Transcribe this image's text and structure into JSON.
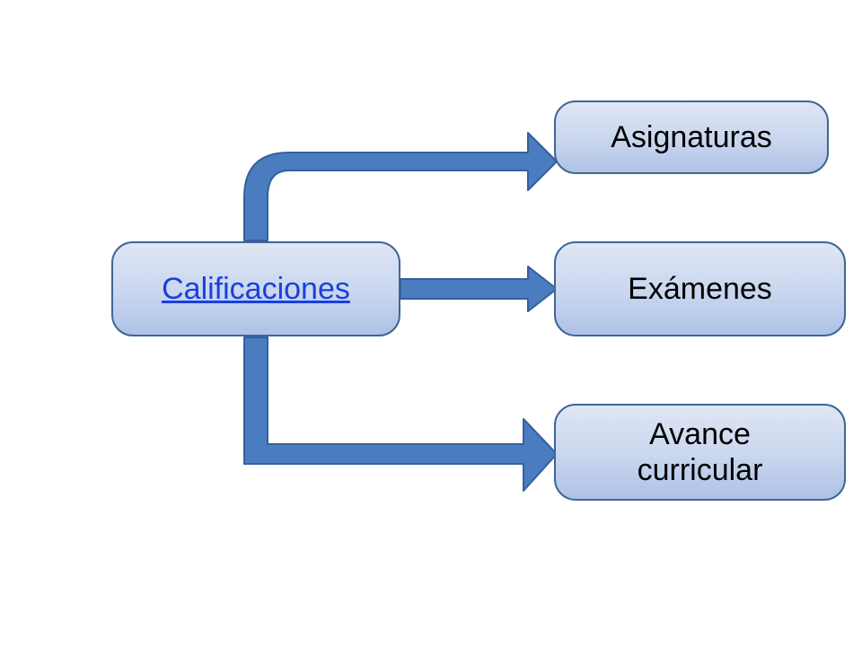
{
  "source_node": {
    "label": "Calificaciones"
  },
  "target_nodes": [
    {
      "label": "Asignaturas"
    },
    {
      "label": "Exámenes"
    },
    {
      "label": "Avance\ncurricular"
    }
  ],
  "colors": {
    "arrow_fill": "#4a7cc0",
    "arrow_stroke": "#35609b",
    "node_border": "#3f6696",
    "link_text": "#1a3fe0"
  }
}
